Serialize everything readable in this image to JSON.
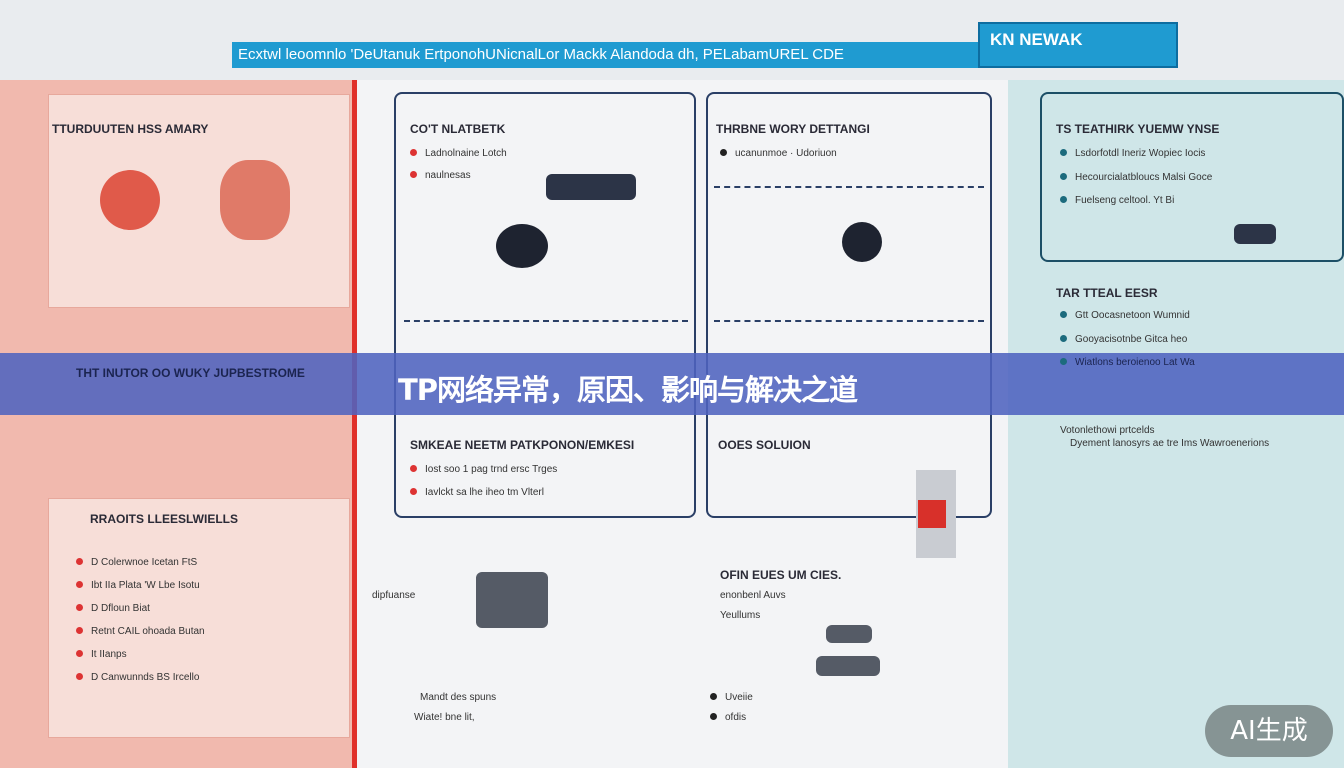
{
  "header": {
    "strip_text": "Ecxtwl leoomnlo 'DeUtanuk ErtponohUNicnalLor Mackk Alandoda dh, PELabamUREL CDE",
    "logo_text": "KN NEWAK"
  },
  "left": {
    "sections": [
      {
        "heading": "TTURDUUTEN HSS AMARY"
      },
      {
        "heading": "THT INUTOR OO WUKY JUPBESTROME"
      },
      {
        "heading": "RRAOITS LLEESLWIELLS",
        "items": [
          "D Colerwnoe Icetan FtS",
          "Ibt IIa Plata 'W Lbe Isotu",
          "D Dfloun Biat",
          "Retnt CAIL ohoada Butan",
          "It IIanps",
          "D Canwunnds BS Ircello"
        ]
      }
    ]
  },
  "middle": {
    "sections": [
      {
        "heading": "CO'T NLATBETK",
        "items": [
          "Ladnolnaine Lotch",
          "naulnesas"
        ]
      },
      {
        "heading": "THRBNE WORY DETTANGI",
        "items": [
          "ucanunmoe · Udoriuon"
        ]
      },
      {
        "heading": "SMKEAE NEETM PATKPONON/EMKESI",
        "items": [
          "Iost soo 1 pag trnd ersc Trges",
          "Iavlckt sa lhe iheo tm Vlterl"
        ]
      },
      {
        "heading": "OOES SOLUION"
      },
      {
        "heading": "OFIN EUES UM CIES.",
        "items": [
          "enonbenl Auvs",
          "Yeullums"
        ]
      },
      {
        "heading": "",
        "items": [
          "Mandt des spuns",
          "Wiate! bne lit,"
        ]
      },
      {
        "heading": "",
        "items": [
          "Uveiie",
          "ofdis"
        ]
      },
      {
        "heading": "",
        "items": [
          "dipfuanse"
        ]
      }
    ]
  },
  "right": {
    "sections": [
      {
        "heading": "TS TEATHIRK YUEMW YNSE",
        "items": [
          "Lsdorfotdl Ineriz Wopiec Iocis",
          "Hecourcialatbloucs Malsi Goce",
          "Fuelseng celtool. Yt Bi"
        ]
      },
      {
        "heading": "TAR TTEAL EESR",
        "items": [
          "Gtt Oocasnetoon Wumnid",
          "Gooyacisotnbe Gitca heo",
          "Wiatlons beroienoo Lat Wa",
          "Votonlethowi prtcelds"
        ]
      },
      {
        "heading": "Dyement lanosyrs ae tre Ims Wawroenerions"
      }
    ]
  },
  "banner": {
    "title": "TP网络异常，原因、影响与解决之道"
  },
  "badge": {
    "label": "AI生成"
  },
  "colors": {
    "banner": "#4f63bf",
    "left_panel": "#f1b9ae",
    "right_panel": "#cfe6e8",
    "header": "#1f9bd1",
    "accent_red": "#e0302a"
  }
}
